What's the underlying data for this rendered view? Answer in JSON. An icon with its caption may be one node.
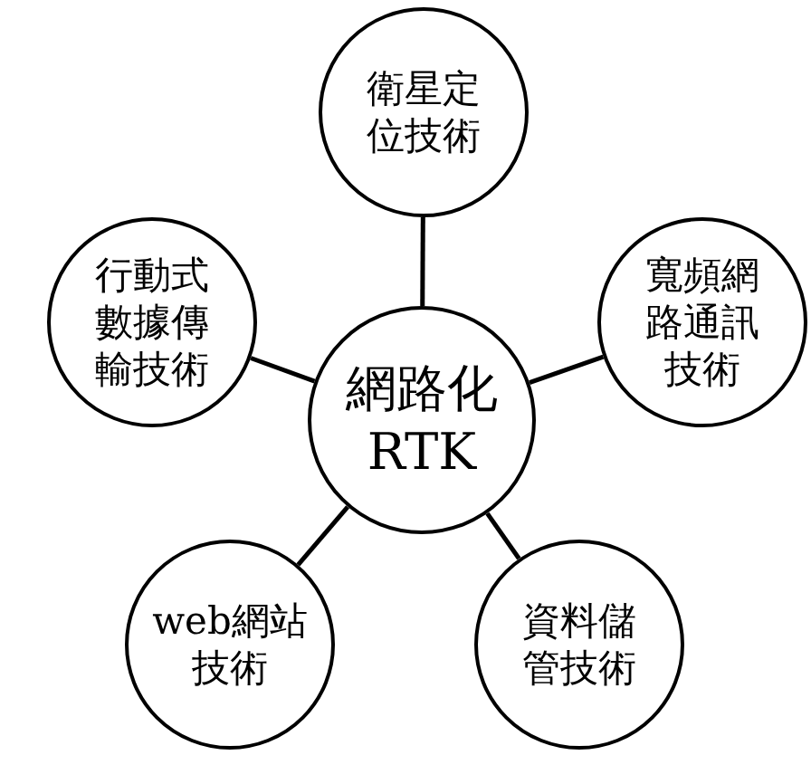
{
  "diagram": {
    "nodes": [
      {
        "text": [
          "衛星定位技術"
        ]
      },
      {
        "text": [
          "行動式數據傳輸技術"
        ]
      },
      {
        "text": [
          "網路化RTK"
        ]
      },
      {
        "text": [
          "寬頻網路通訊技術"
        ]
      },
      {
        "text": [
          "web網站技術"
        ]
      },
      {
        "text": [
          "資料儲管技術"
        ]
      }
    ],
    "edges": [
      {
        "from": 2,
        "to": 0,
        "arrow": "none"
      },
      {
        "from": 2,
        "to": 1,
        "arrow": "none"
      },
      {
        "from": 2,
        "to": 3,
        "arrow": "none"
      },
      {
        "from": 2,
        "to": 4,
        "arrow": "none"
      },
      {
        "from": 2,
        "to": 5,
        "arrow": "none"
      }
    ]
  }
}
